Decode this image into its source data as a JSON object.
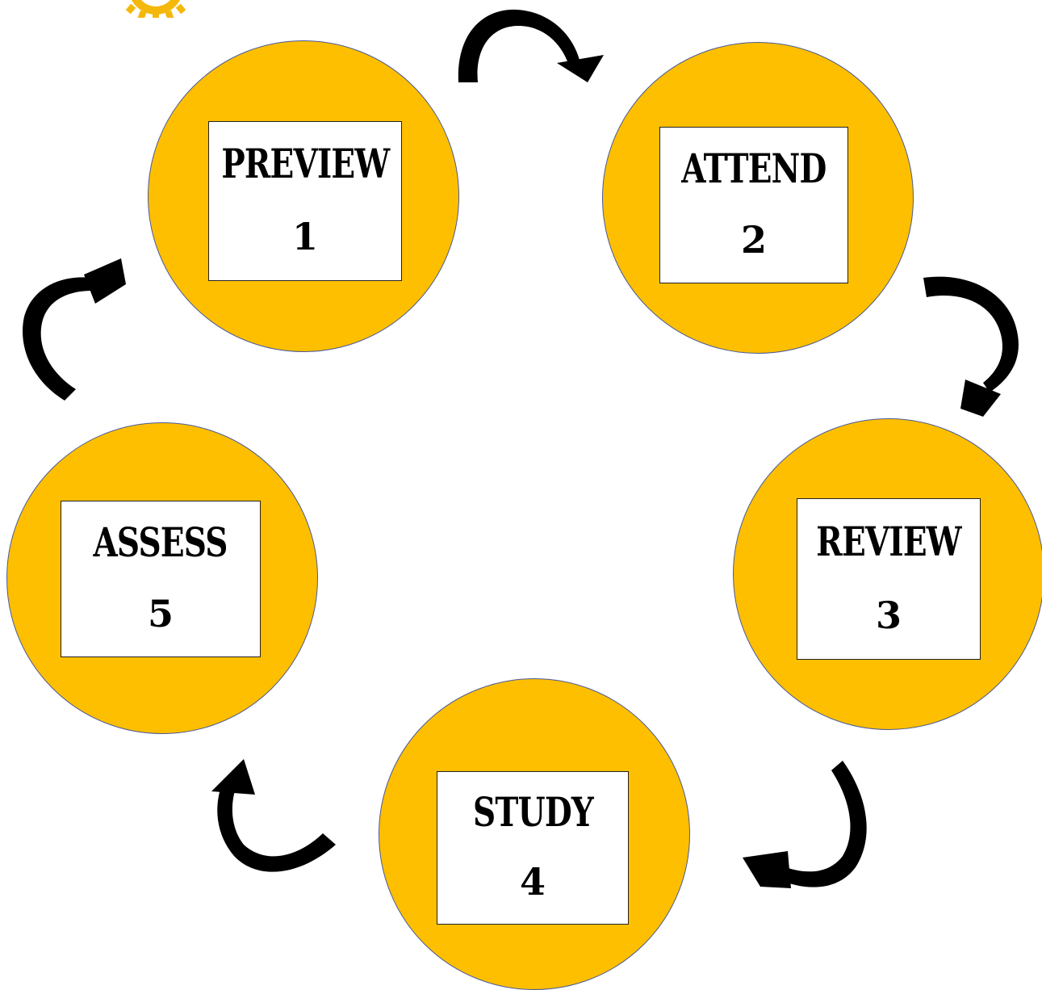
{
  "colors": {
    "node_fill": "#fdbf00",
    "node_border": "#4a5a9a",
    "arrow": "#000000",
    "label_bg": "#ffffff"
  },
  "steps": [
    {
      "name": "PREVIEW",
      "number": "1"
    },
    {
      "name": "ATTEND",
      "number": "2"
    },
    {
      "name": "REVIEW",
      "number": "3"
    },
    {
      "name": "STUDY",
      "number": "4"
    },
    {
      "name": "ASSESS",
      "number": "5"
    }
  ],
  "logo_icon": "gear-icon"
}
